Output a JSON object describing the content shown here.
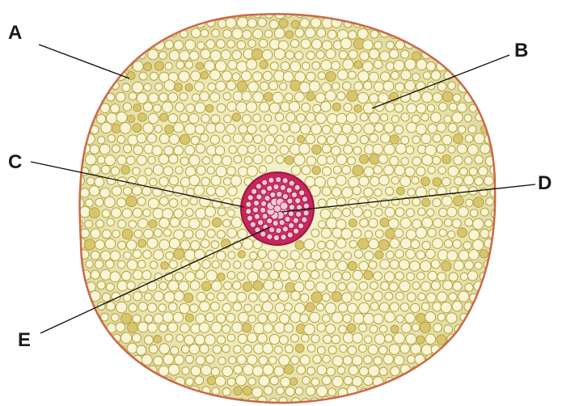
{
  "diagram": {
    "labels": [
      {
        "id": "A",
        "text": "A"
      },
      {
        "id": "B",
        "text": "B"
      },
      {
        "id": "C",
        "text": "C"
      },
      {
        "id": "D",
        "text": "D"
      },
      {
        "id": "E",
        "text": "E"
      }
    ],
    "colors": {
      "cortex_fill": "#e9e6b2",
      "cell_wall": "#b7a23d",
      "epidermis": "#c9694b",
      "stele_fill": "#d5336b",
      "stele_cell": "#f4c8d8",
      "background": "#ffffff"
    }
  }
}
